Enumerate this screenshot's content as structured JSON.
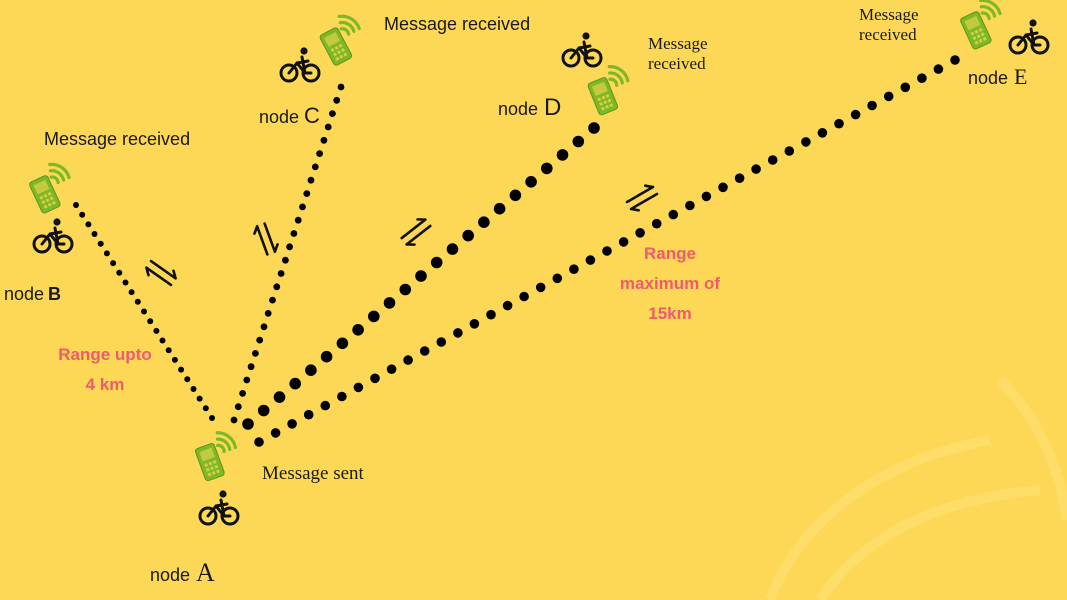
{
  "colors": {
    "background": "#FDD856",
    "phone": "#7DB825",
    "dots": "#000000",
    "range_text": "#F05A6E"
  },
  "icons": {
    "device": "phone-with-signal-icon",
    "rider": "bicycle-rider-icon",
    "range_indicator": "double-arrow-icon"
  },
  "nodes": {
    "a": {
      "prefix": "node",
      "letter": "A",
      "status": "Message sent"
    },
    "b": {
      "prefix": "node",
      "letter": "B",
      "status": "Message received"
    },
    "c": {
      "prefix": "node",
      "letter": "C",
      "status": "Message received"
    },
    "d": {
      "prefix": "node",
      "letter": "D",
      "status": "Message\nreceived"
    },
    "e": {
      "prefix": "node",
      "letter": "E",
      "status": "Message\nreceived"
    }
  },
  "ranges": {
    "short": "Range upto\n4 km",
    "long": "Range\nmaximum of\n15km"
  }
}
